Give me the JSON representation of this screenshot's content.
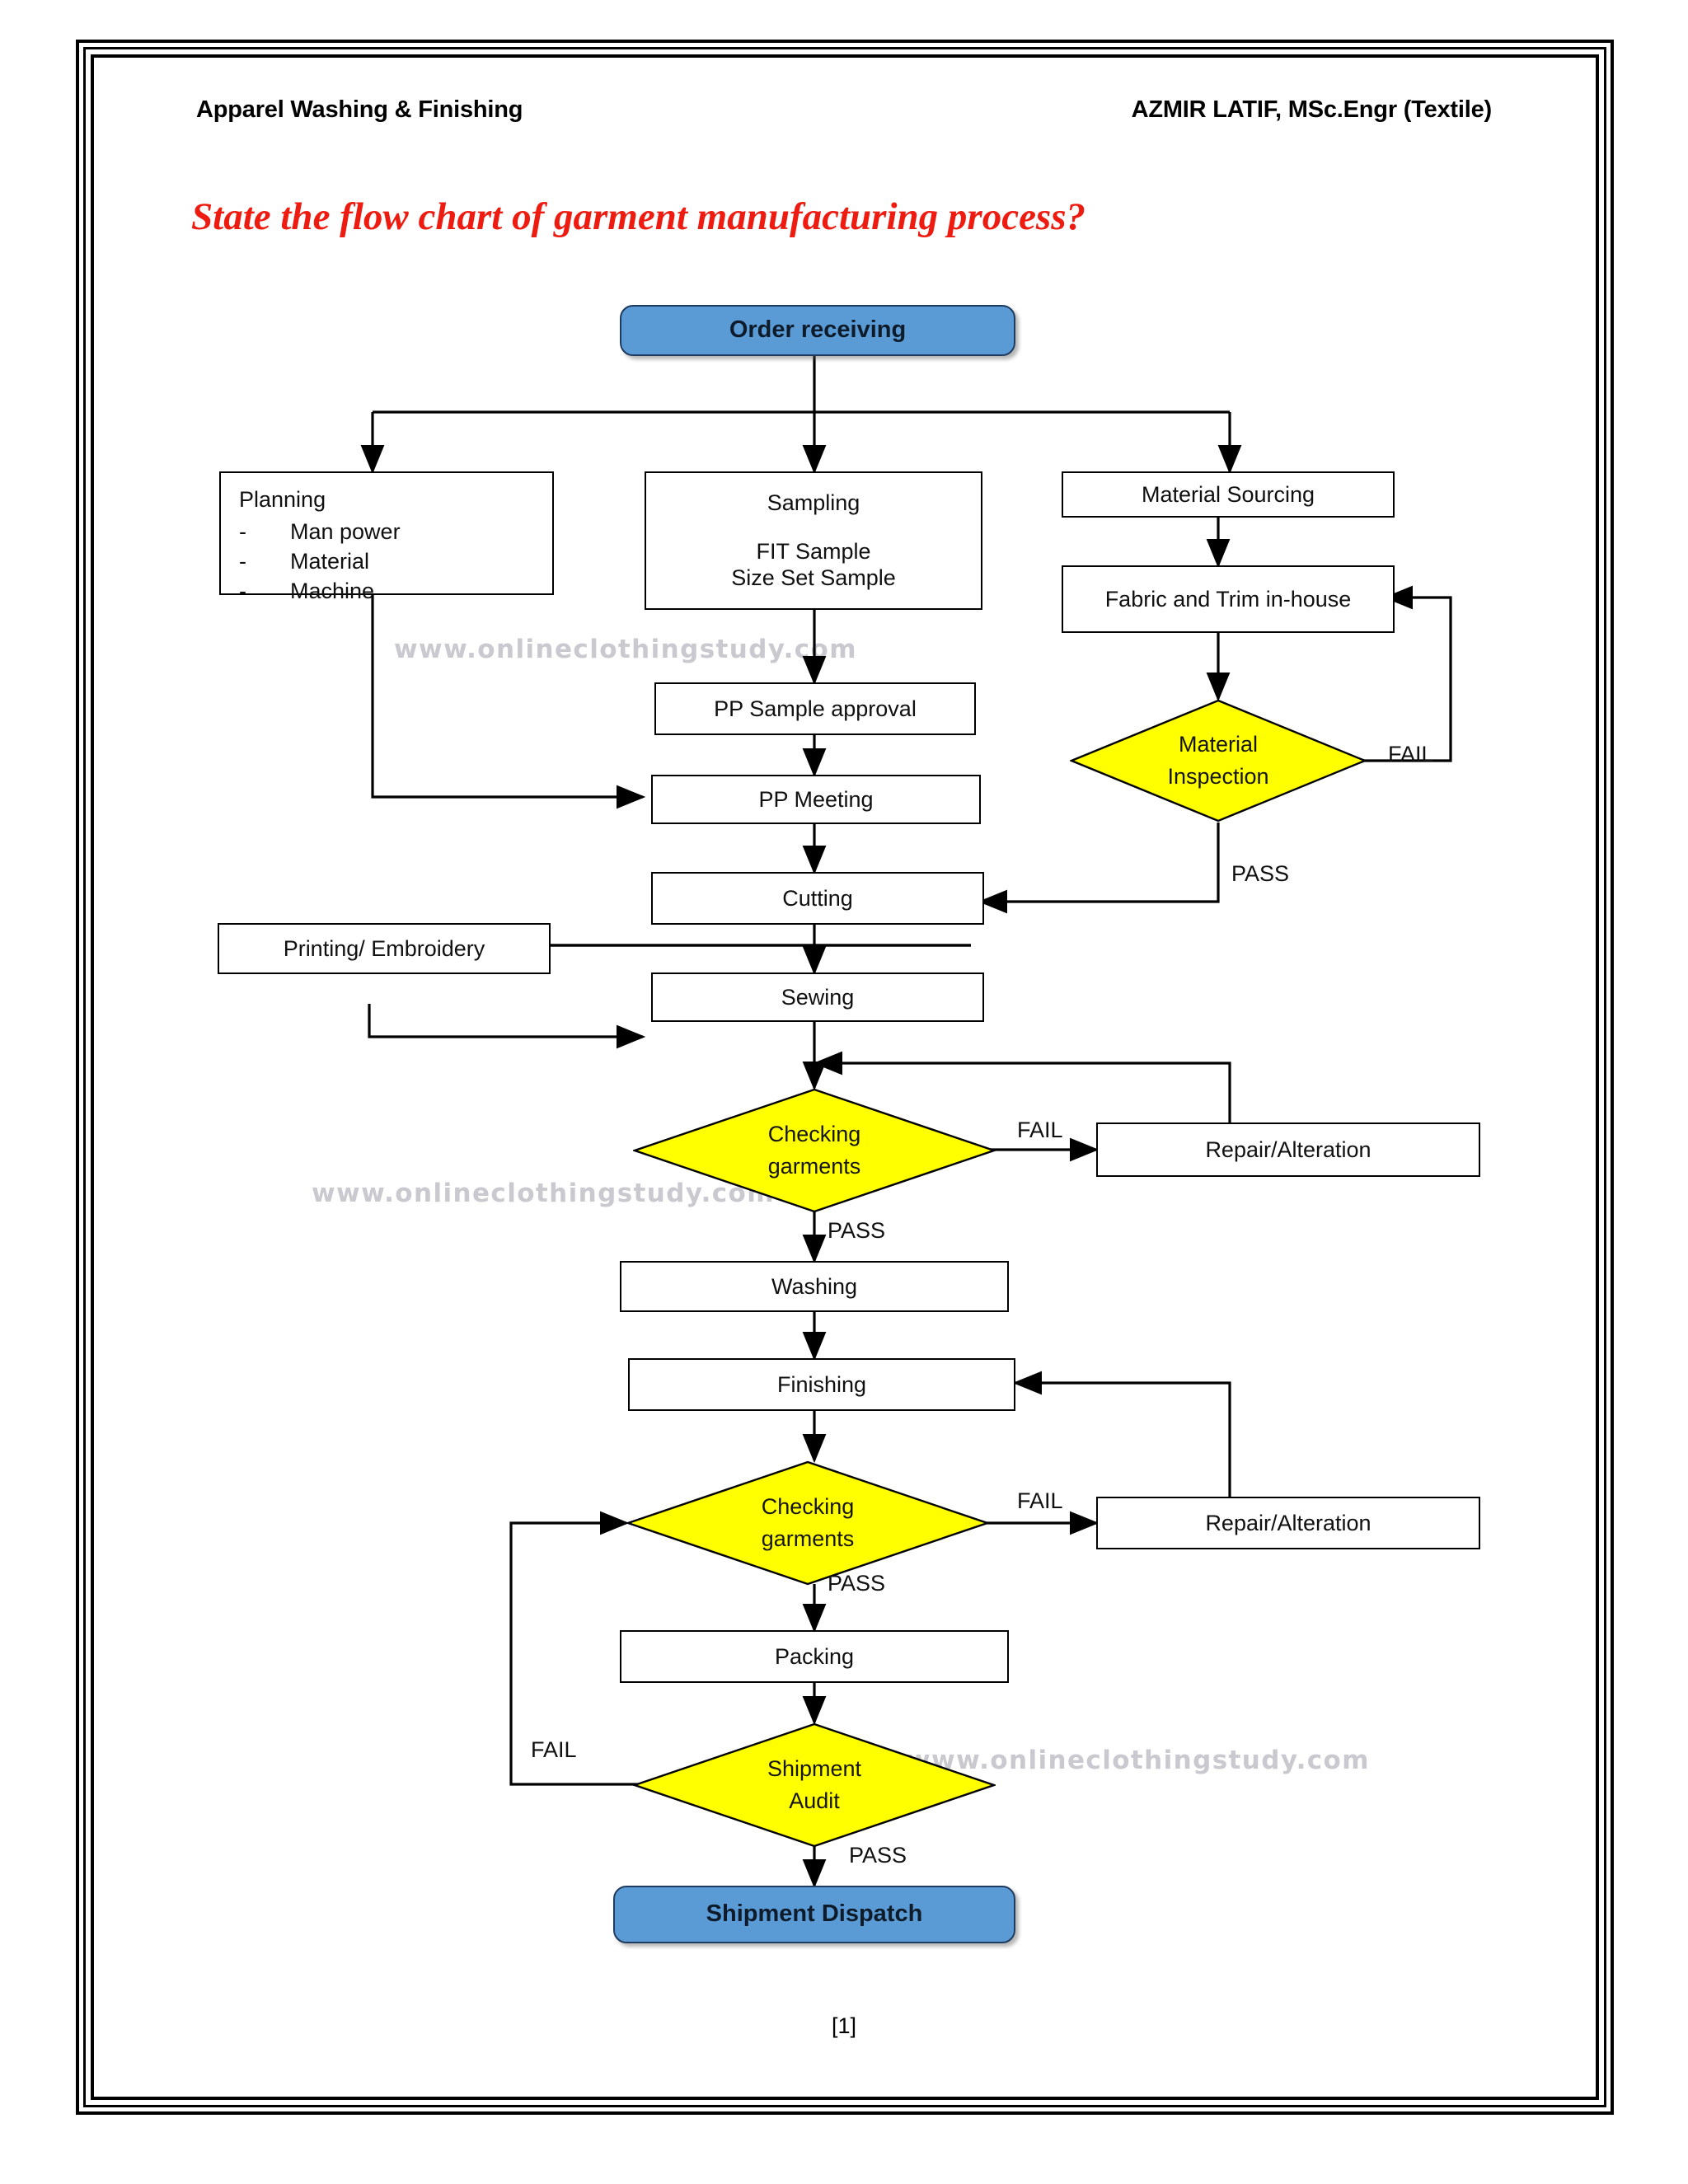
{
  "page": {
    "header_left": "Apparel Washing & Finishing",
    "header_right": "AZMIR LATIF, MSc.Engr (Textile)",
    "title": "State the flow chart of garment manufacturing process?",
    "footer": "[1]",
    "watermark": "www.onlineclothingstudy.com",
    "colors": {
      "title_red": "#ee1b11",
      "terminator_blue": "#5b9bd5",
      "decision_yellow": "#ffff00",
      "process_white": "#ffffff",
      "line_black": "#000000",
      "watermark_gray": "#c9c9cf"
    }
  },
  "chart_data": {
    "type": "flowchart",
    "title": "Flow chart of garment manufacturing process",
    "nodes": [
      {
        "id": "order_receiving",
        "label": "Order receiving",
        "shape": "rounded",
        "fill": "#5b9bd5"
      },
      {
        "id": "planning",
        "label": "Planning",
        "shape": "rect",
        "fill": "#ffffff",
        "bullets": [
          "Man power",
          "Material",
          "Machine"
        ]
      },
      {
        "id": "sampling",
        "label": "Sampling",
        "shape": "rect",
        "fill": "#ffffff",
        "lines": [
          "FIT Sample",
          "Size Set Sample"
        ]
      },
      {
        "id": "material_sourcing",
        "label": "Material Sourcing",
        "shape": "rect",
        "fill": "#ffffff"
      },
      {
        "id": "fabric_trim",
        "label": "Fabric and Trim in-house",
        "shape": "rect",
        "fill": "#ffffff"
      },
      {
        "id": "pp_sample",
        "label": "PP Sample approval",
        "shape": "rect",
        "fill": "#ffffff"
      },
      {
        "id": "pp_meeting",
        "label": "PP Meeting",
        "shape": "rect",
        "fill": "#ffffff"
      },
      {
        "id": "material_inspect",
        "label": "Material Inspection",
        "shape": "diamond",
        "fill": "#ffff00"
      },
      {
        "id": "cutting",
        "label": "Cutting",
        "shape": "rect",
        "fill": "#ffffff"
      },
      {
        "id": "printing",
        "label": "Printing/ Embroidery",
        "shape": "rect",
        "fill": "#ffffff"
      },
      {
        "id": "sewing",
        "label": "Sewing",
        "shape": "rect",
        "fill": "#ffffff"
      },
      {
        "id": "check1",
        "label": "Checking garments",
        "shape": "diamond",
        "fill": "#ffff00"
      },
      {
        "id": "repair1",
        "label": "Repair/Alteration",
        "shape": "rect",
        "fill": "#ffffff"
      },
      {
        "id": "washing",
        "label": "Washing",
        "shape": "rect",
        "fill": "#ffffff"
      },
      {
        "id": "finishing",
        "label": "Finishing",
        "shape": "rect",
        "fill": "#ffffff"
      },
      {
        "id": "check2",
        "label": "Checking garments",
        "shape": "diamond",
        "fill": "#ffff00"
      },
      {
        "id": "repair2",
        "label": "Repair/Alteration",
        "shape": "rect",
        "fill": "#ffffff"
      },
      {
        "id": "packing",
        "label": "Packing",
        "shape": "rect",
        "fill": "#ffffff"
      },
      {
        "id": "shipment_audit",
        "label": "Shipment Audit",
        "shape": "diamond",
        "fill": "#ffff00"
      },
      {
        "id": "shipment_dispatch",
        "label": "Shipment Dispatch",
        "shape": "rounded",
        "fill": "#5b9bd5"
      }
    ],
    "edges": [
      {
        "from": "order_receiving",
        "to": "planning",
        "label": ""
      },
      {
        "from": "order_receiving",
        "to": "sampling",
        "label": ""
      },
      {
        "from": "order_receiving",
        "to": "material_sourcing",
        "label": ""
      },
      {
        "from": "planning",
        "to": "pp_meeting",
        "label": ""
      },
      {
        "from": "sampling",
        "to": "pp_sample",
        "label": ""
      },
      {
        "from": "pp_sample",
        "to": "pp_meeting",
        "label": ""
      },
      {
        "from": "pp_meeting",
        "to": "cutting",
        "label": ""
      },
      {
        "from": "material_sourcing",
        "to": "fabric_trim",
        "label": ""
      },
      {
        "from": "fabric_trim",
        "to": "material_inspect",
        "label": ""
      },
      {
        "from": "material_inspect",
        "to": "fabric_trim",
        "label": "FAIL"
      },
      {
        "from": "material_inspect",
        "to": "cutting",
        "label": "PASS"
      },
      {
        "from": "cutting",
        "to": "printing",
        "label": ""
      },
      {
        "from": "cutting",
        "to": "sewing",
        "label": ""
      },
      {
        "from": "printing",
        "to": "sewing",
        "label": ""
      },
      {
        "from": "sewing",
        "to": "check1",
        "label": ""
      },
      {
        "from": "check1",
        "to": "repair1",
        "label": "FAIL"
      },
      {
        "from": "repair1",
        "to": "sewing",
        "label": ""
      },
      {
        "from": "check1",
        "to": "washing",
        "label": "PASS"
      },
      {
        "from": "washing",
        "to": "finishing",
        "label": ""
      },
      {
        "from": "finishing",
        "to": "check2",
        "label": ""
      },
      {
        "from": "check2",
        "to": "repair2",
        "label": "FAIL"
      },
      {
        "from": "repair2",
        "to": "finishing",
        "label": ""
      },
      {
        "from": "check2",
        "to": "packing",
        "label": "PASS"
      },
      {
        "from": "packing",
        "to": "shipment_audit",
        "label": ""
      },
      {
        "from": "shipment_audit",
        "to": "check2",
        "label": "FAIL"
      },
      {
        "from": "shipment_audit",
        "to": "shipment_dispatch",
        "label": "PASS"
      }
    ],
    "edge_labels": {
      "material_fail": "FAIL",
      "material_pass": "PASS",
      "check1_fail": "FAIL",
      "check1_pass": "PASS",
      "check2_fail": "FAIL",
      "check2_pass": "PASS",
      "audit_fail": "FAIL",
      "audit_pass": "PASS"
    }
  }
}
